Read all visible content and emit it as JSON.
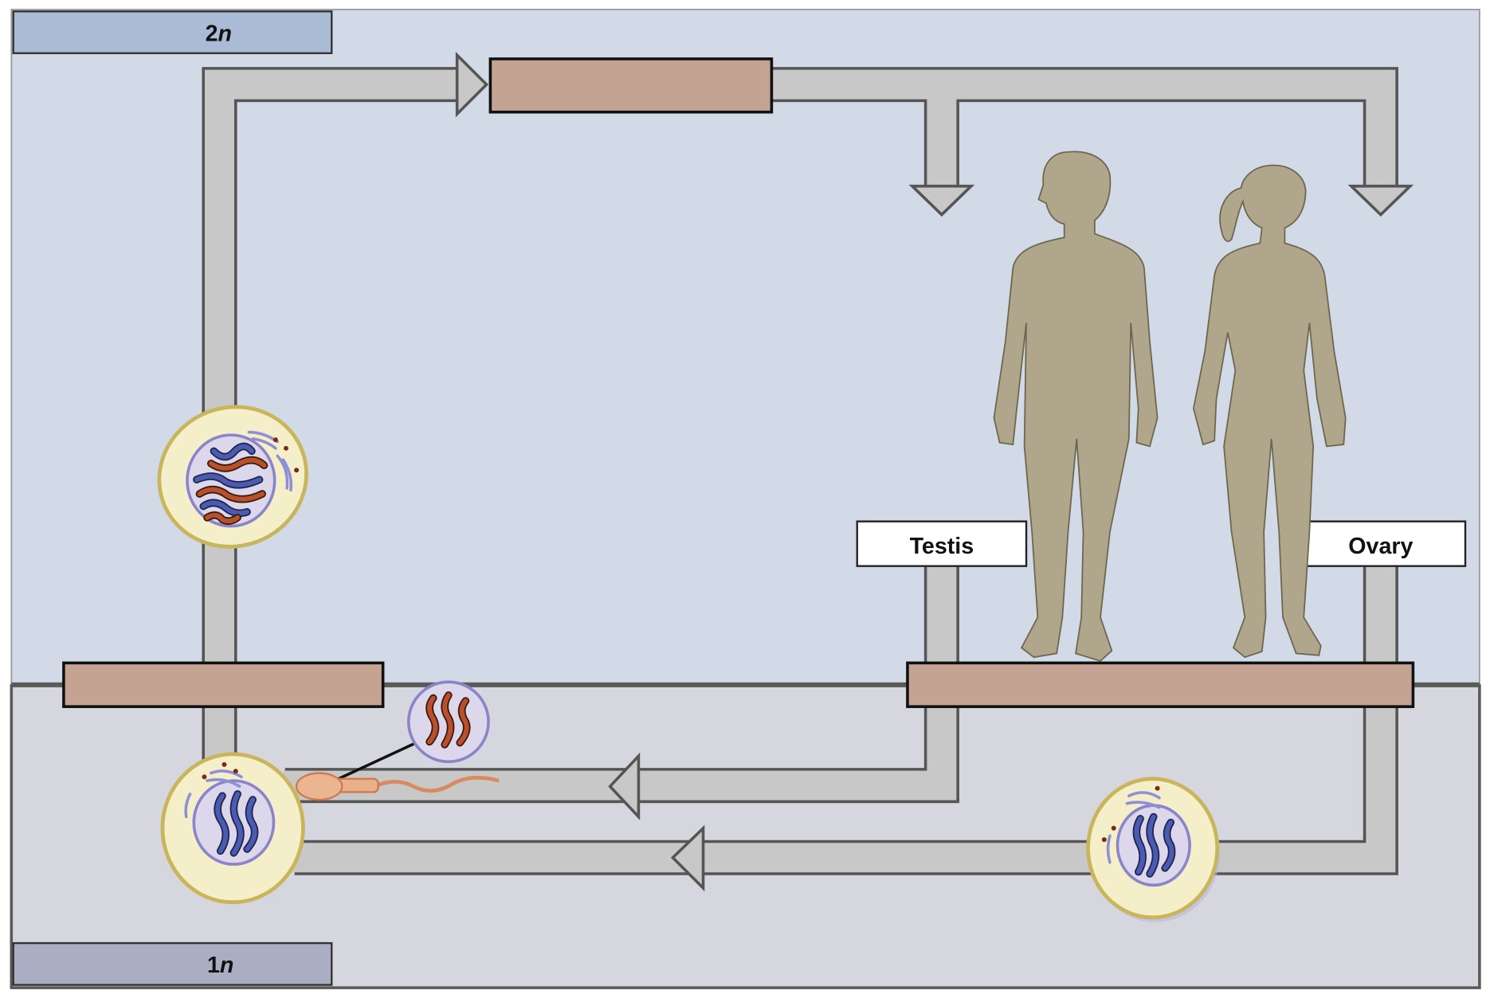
{
  "labels": {
    "diploid": {
      "number": "2",
      "variable": "n"
    },
    "haploid": {
      "number": "1",
      "variable": "n"
    },
    "testis": "Testis",
    "ovary": "Ovary"
  },
  "colors": {
    "diploid_region": "#d2d9e7",
    "haploid_region": "#d6d6df",
    "diploid_tag": "#aabbd6",
    "haploid_tag": "#abadc3",
    "blank_label_box": "#c5a393",
    "arrow_fill": "#c8c8c8",
    "human_silhouette": "#b0a68c"
  },
  "blank_boxes": [
    "top",
    "left",
    "right"
  ],
  "icons": [
    "zygote-cell",
    "sperm-cell",
    "sperm-nucleus",
    "egg-cell",
    "ovum-cell",
    "male-figure",
    "female-figure"
  ]
}
